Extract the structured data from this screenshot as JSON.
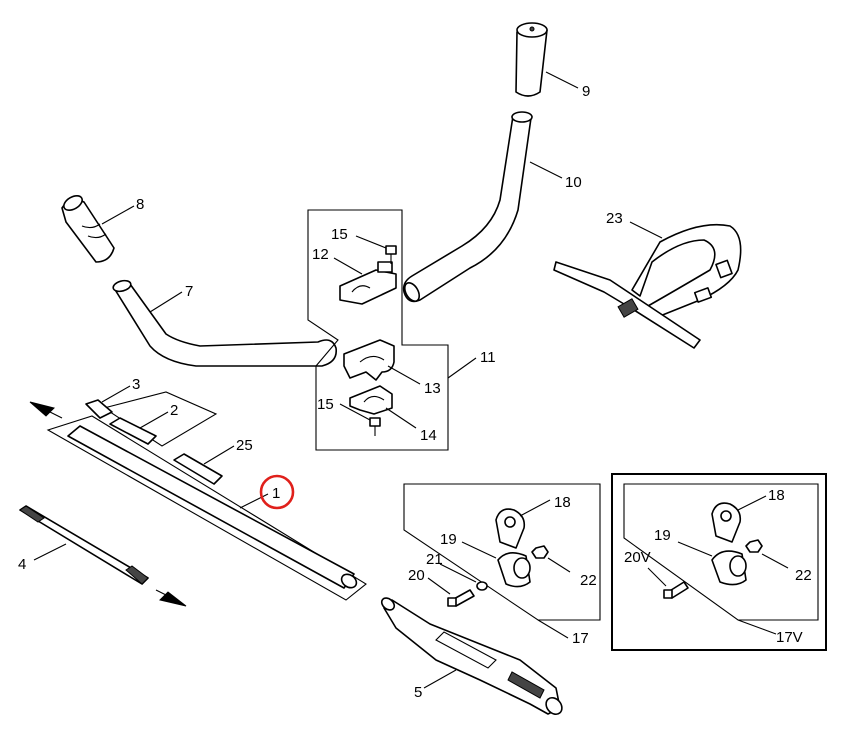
{
  "labels": {
    "l1": "1",
    "l2": "2",
    "l3": "3",
    "l4": "4",
    "l5": "5",
    "l7": "7",
    "l8": "8",
    "l9": "9",
    "l10": "10",
    "l11": "11",
    "l12": "12",
    "l13": "13",
    "l14": "14",
    "l15a": "15",
    "l15b": "15",
    "l17": "17",
    "l17v": "17V",
    "l18a": "18",
    "l18b": "18",
    "l19a": "19",
    "l19b": "19",
    "l20": "20",
    "l20v": "20V",
    "l21": "21",
    "l22a": "22",
    "l22b": "22",
    "l23": "23",
    "l25": "25"
  },
  "colors": {
    "highlight": "#e0201b",
    "line": "#000000"
  },
  "highlighted_part": "1"
}
